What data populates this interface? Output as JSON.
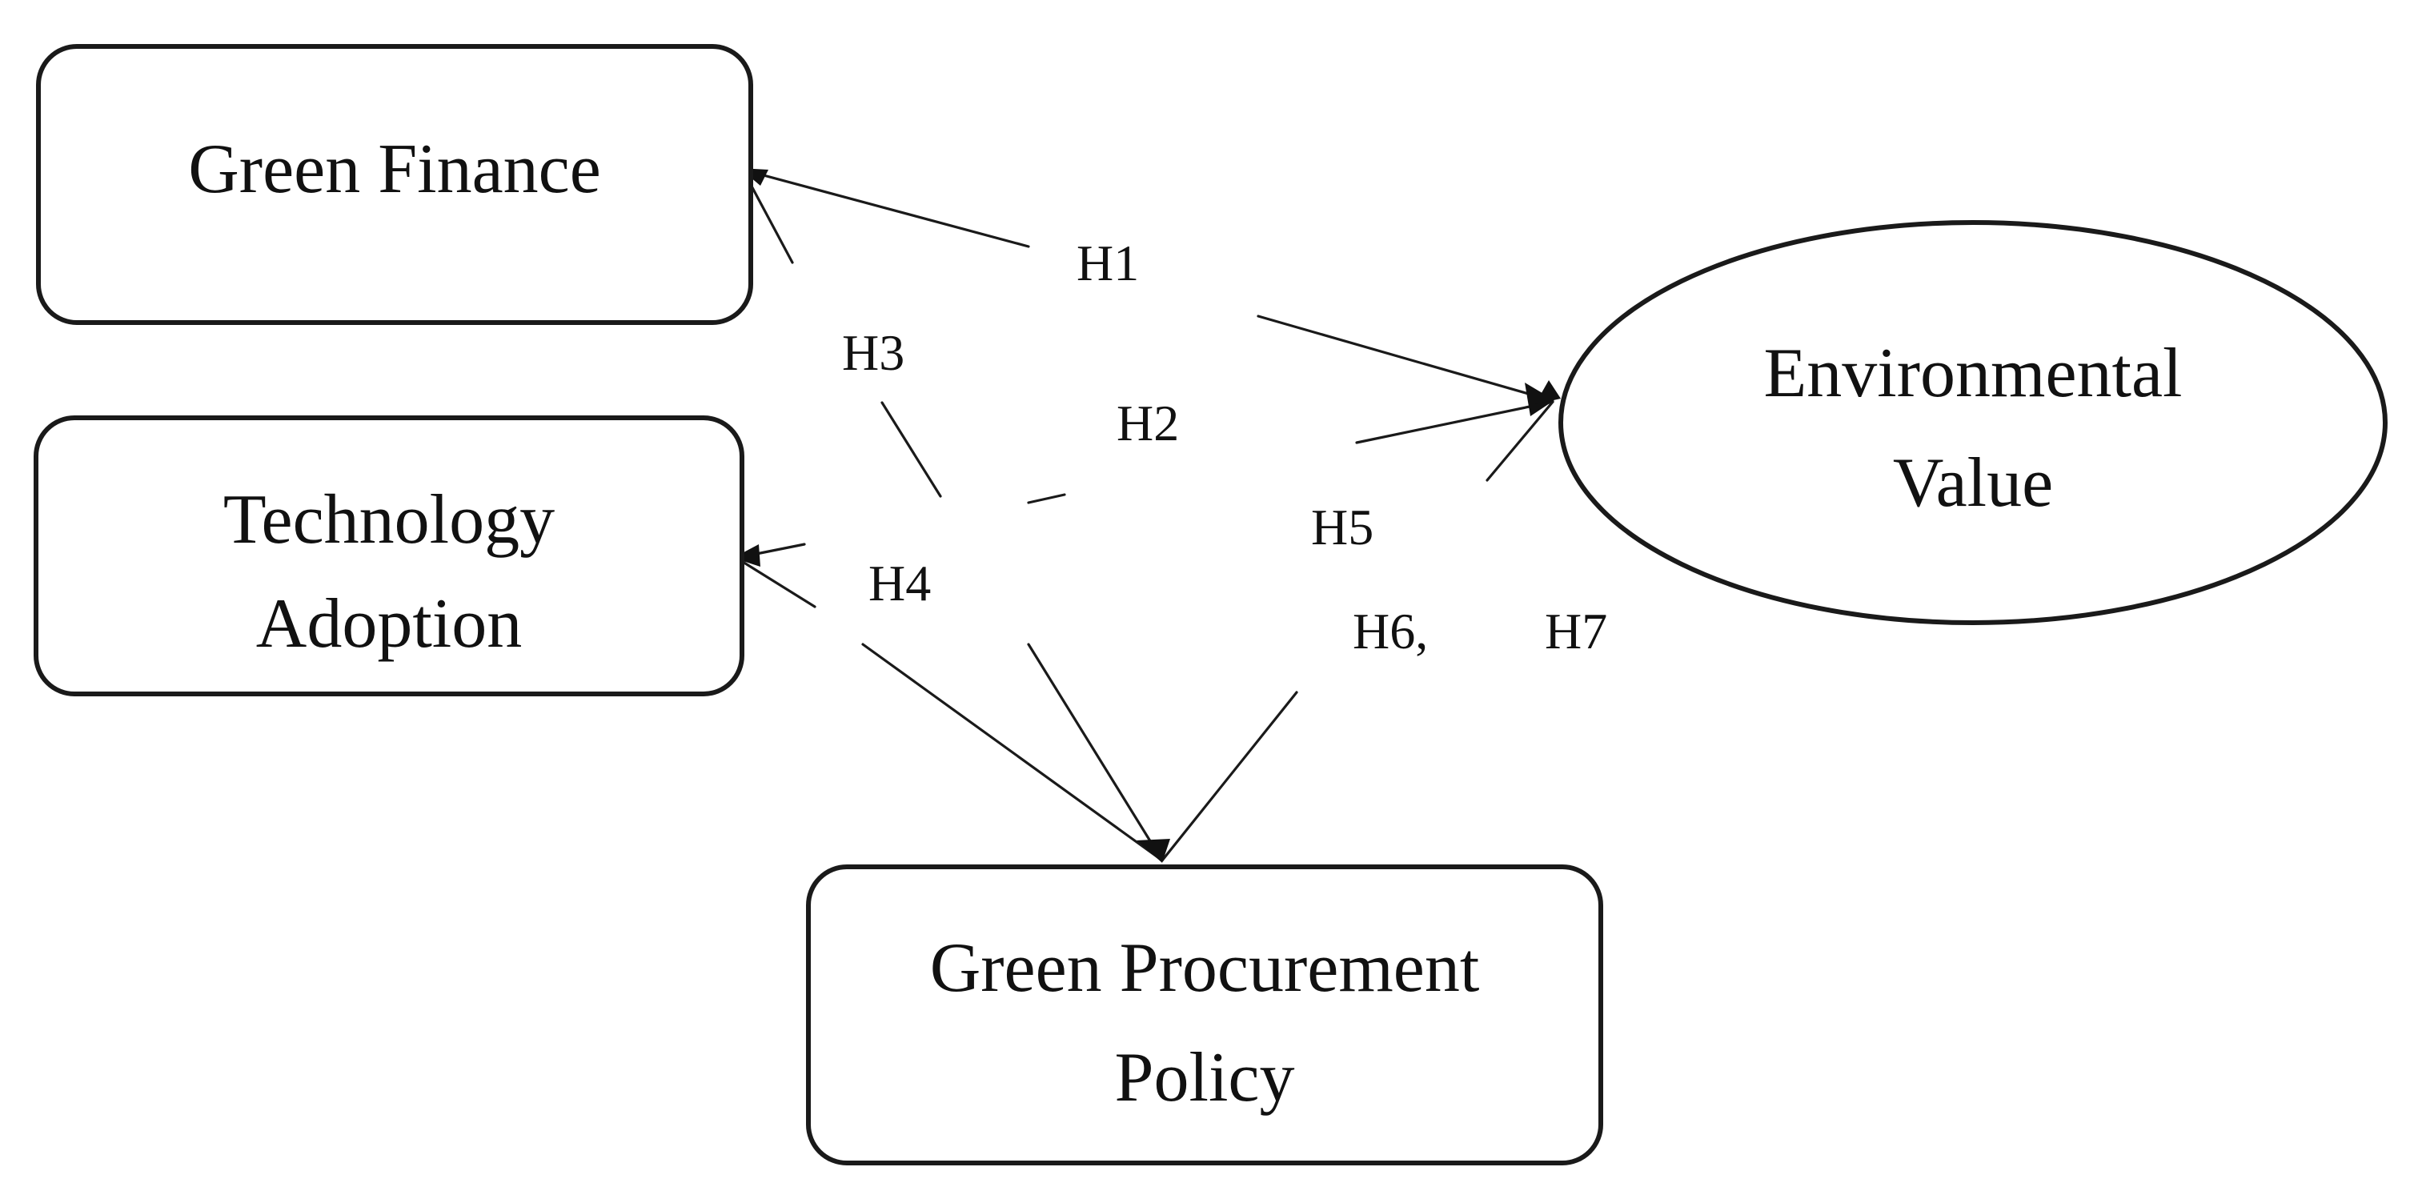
{
  "nodes": {
    "green_finance": {
      "label": "Green Finance"
    },
    "technology_adoption": {
      "line1": "Technology",
      "line2": "Adoption"
    },
    "environmental_value": {
      "line1": "Environmental",
      "line2": "Value"
    },
    "green_procurement_policy": {
      "line1": "Green Procurement",
      "line2": "Policy"
    }
  },
  "hypotheses": {
    "h1": "H1",
    "h2": "H2",
    "h3": "H3",
    "h4": "H4",
    "h5": "H5",
    "h6": "H6,",
    "h7": "H7"
  }
}
